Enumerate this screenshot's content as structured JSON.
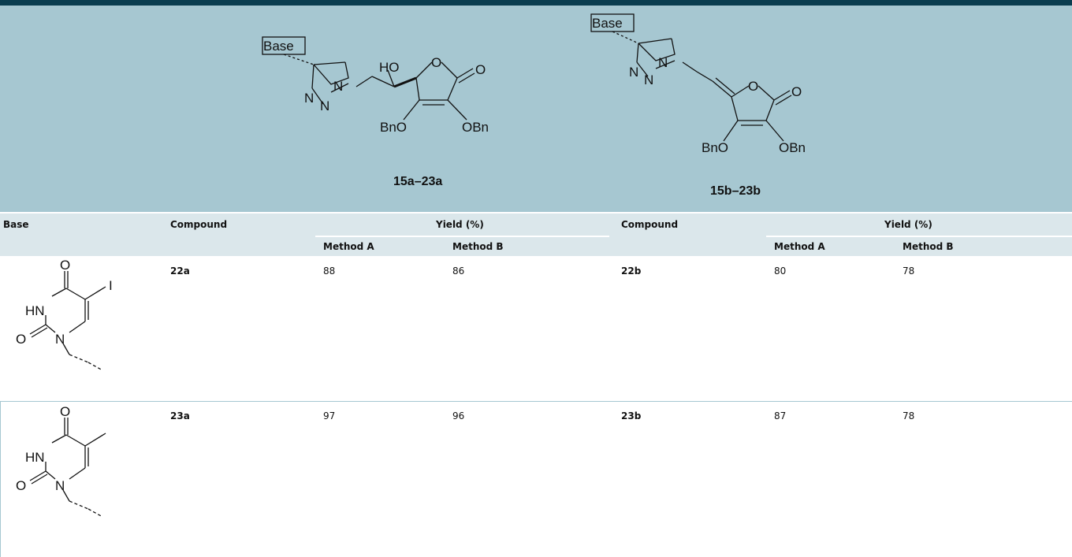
{
  "scheme": {
    "label_a": "15a–23a",
    "label_b": "15b–23b",
    "base_box": "Base",
    "atoms": {
      "n": "N",
      "o": "O",
      "ho": "HO",
      "obn": "OBn",
      "bno": "BnO"
    }
  },
  "table": {
    "headers": {
      "base": "Base",
      "compound_a": "Compound",
      "yield_a": "Yield (%)",
      "compound_b": "Compound",
      "yield_b": "Yield (%)",
      "method_a1": "Method A",
      "method_b1": "Method B",
      "method_a2": "Method A",
      "method_b2": "Method B"
    },
    "rows": [
      {
        "base_substituent": "I",
        "compound_a": "22a",
        "yield_a_method_a": "88",
        "yield_a_method_b": "86",
        "compound_b": "22b",
        "yield_b_method_a": "80",
        "yield_b_method_b": "78"
      },
      {
        "base_substituent": "",
        "compound_a": "23a",
        "yield_a_method_a": "97",
        "yield_a_method_b": "96",
        "compound_b": "23b",
        "yield_b_method_a": "87",
        "yield_b_method_b": "78"
      }
    ],
    "base_atoms": {
      "o": "O",
      "hn": "HN",
      "n": "N"
    }
  }
}
